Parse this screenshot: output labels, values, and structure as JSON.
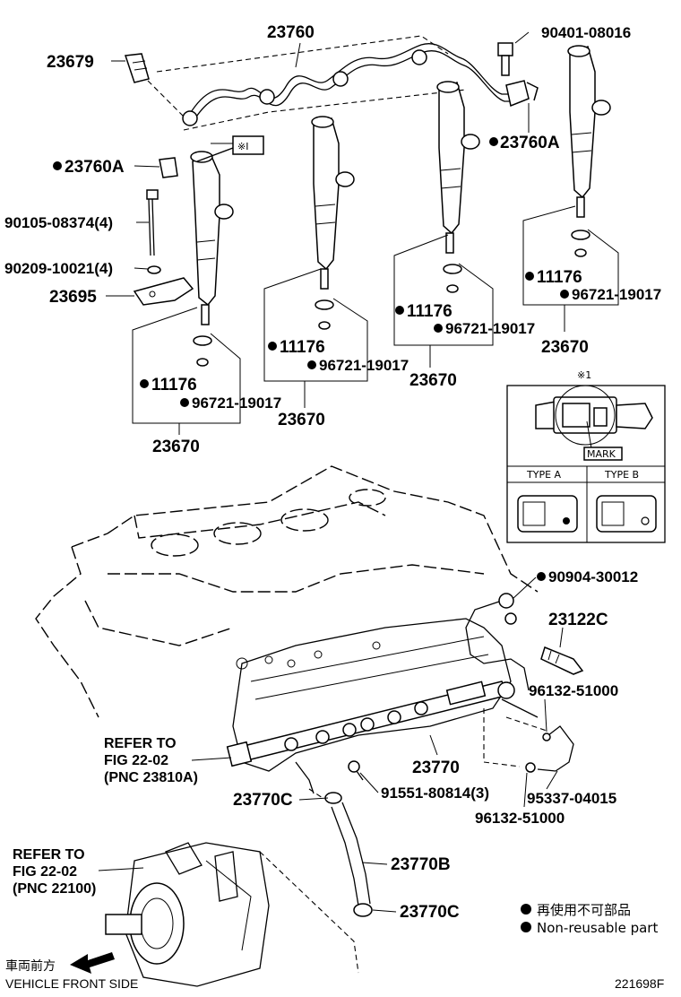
{
  "diagram": {
    "figure_id": "221698F",
    "parts": {
      "p23760": "23760",
      "p23679": "23679",
      "p90401": "90401-08016",
      "p23760a_left": "23760A",
      "p23760a_right": "23760A",
      "p90105": "90105-08374(4)",
      "p90209": "90209-10021(4)",
      "p23695": "23695",
      "p11176_1": "11176",
      "p96721_1": "96721-19017",
      "p23670_1": "23670",
      "p11176_2": "11176",
      "p96721_2": "96721-19017",
      "p23670_2": "23670",
      "p11176_3": "11176",
      "p96721_3": "96721-19017",
      "p23670_3": "23670",
      "p11176_4": "11176",
      "p96721_4": "96721-19017",
      "p23670_4": "23670",
      "p90904": "90904-30012",
      "p23122c": "23122C",
      "p96132_a": "96132-51000",
      "p23770": "23770",
      "p23770c_top": "23770C",
      "p91551": "91551-80814(3)",
      "p95337": "95337-04015",
      "p96132_b": "96132-51000",
      "p23770b": "23770B",
      "p23770c_bottom": "23770C"
    },
    "refs": {
      "ref1_line1": "REFER TO",
      "ref1_line2": "FIG 22-02",
      "ref1_line3": "(PNC 23810A)",
      "ref2_line1": "REFER TO",
      "ref2_line2": "FIG 22-02",
      "ref2_line3": "(PNC 22100)"
    },
    "detail": {
      "callout": "※Ⅰ",
      "title": "※1",
      "mark": "MARK",
      "type_a": "TYPE A",
      "type_b": "TYPE B"
    },
    "legend": {
      "jp": "再使用不可部品",
      "en": "Non-reusable part"
    },
    "direction": {
      "jp": "車両前方",
      "en": "VEHICLE FRONT SIDE"
    }
  }
}
